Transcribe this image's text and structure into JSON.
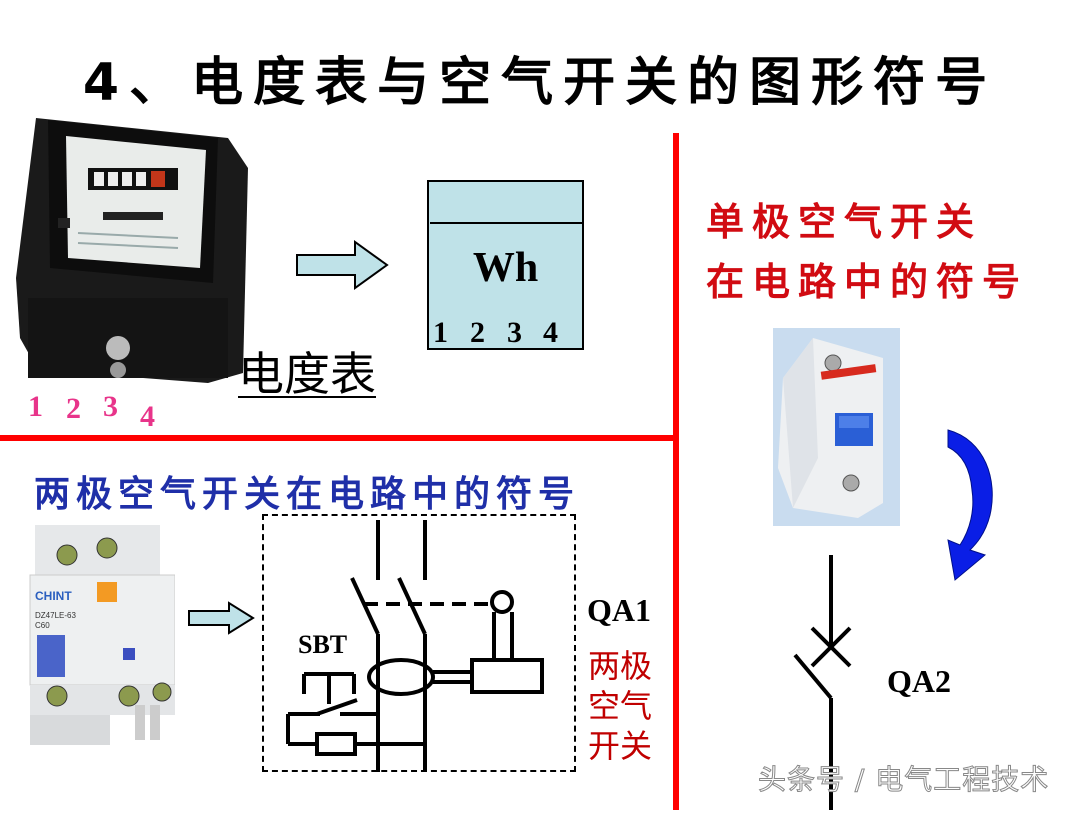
{
  "title": "4、电度表与空气开关的图形符号",
  "meter": {
    "label": "电度表",
    "terminal_numbers": [
      "1",
      "2",
      "3",
      "4"
    ],
    "symbol": {
      "unit": "Wh",
      "terminals": [
        "1",
        "2",
        "3",
        "4"
      ]
    }
  },
  "single_pole": {
    "title_line1": "单极空气开关",
    "title_line2": "在电路中的符号",
    "symbol_label": "QA2"
  },
  "double_pole": {
    "title": "两极空气开关在电路中的符号",
    "test_button_label": "SBT",
    "symbol_label": "QA1",
    "desc_lines": [
      "两极",
      "空气",
      "开关"
    ]
  },
  "photos": {
    "breaker_brand": "CHINT",
    "breaker_model": "DZ47LE-63",
    "breaker_rating": "C60"
  },
  "colors": {
    "divider": "#ff0000",
    "single_title": "#d10b12",
    "double_title": "#1f2fa8",
    "terminal_numbers": "#e8348a",
    "symbol_fill": "#bfe2e8",
    "curved_arrow": "#0a1ee6"
  },
  "watermark": "头条号 / 电气工程技术"
}
